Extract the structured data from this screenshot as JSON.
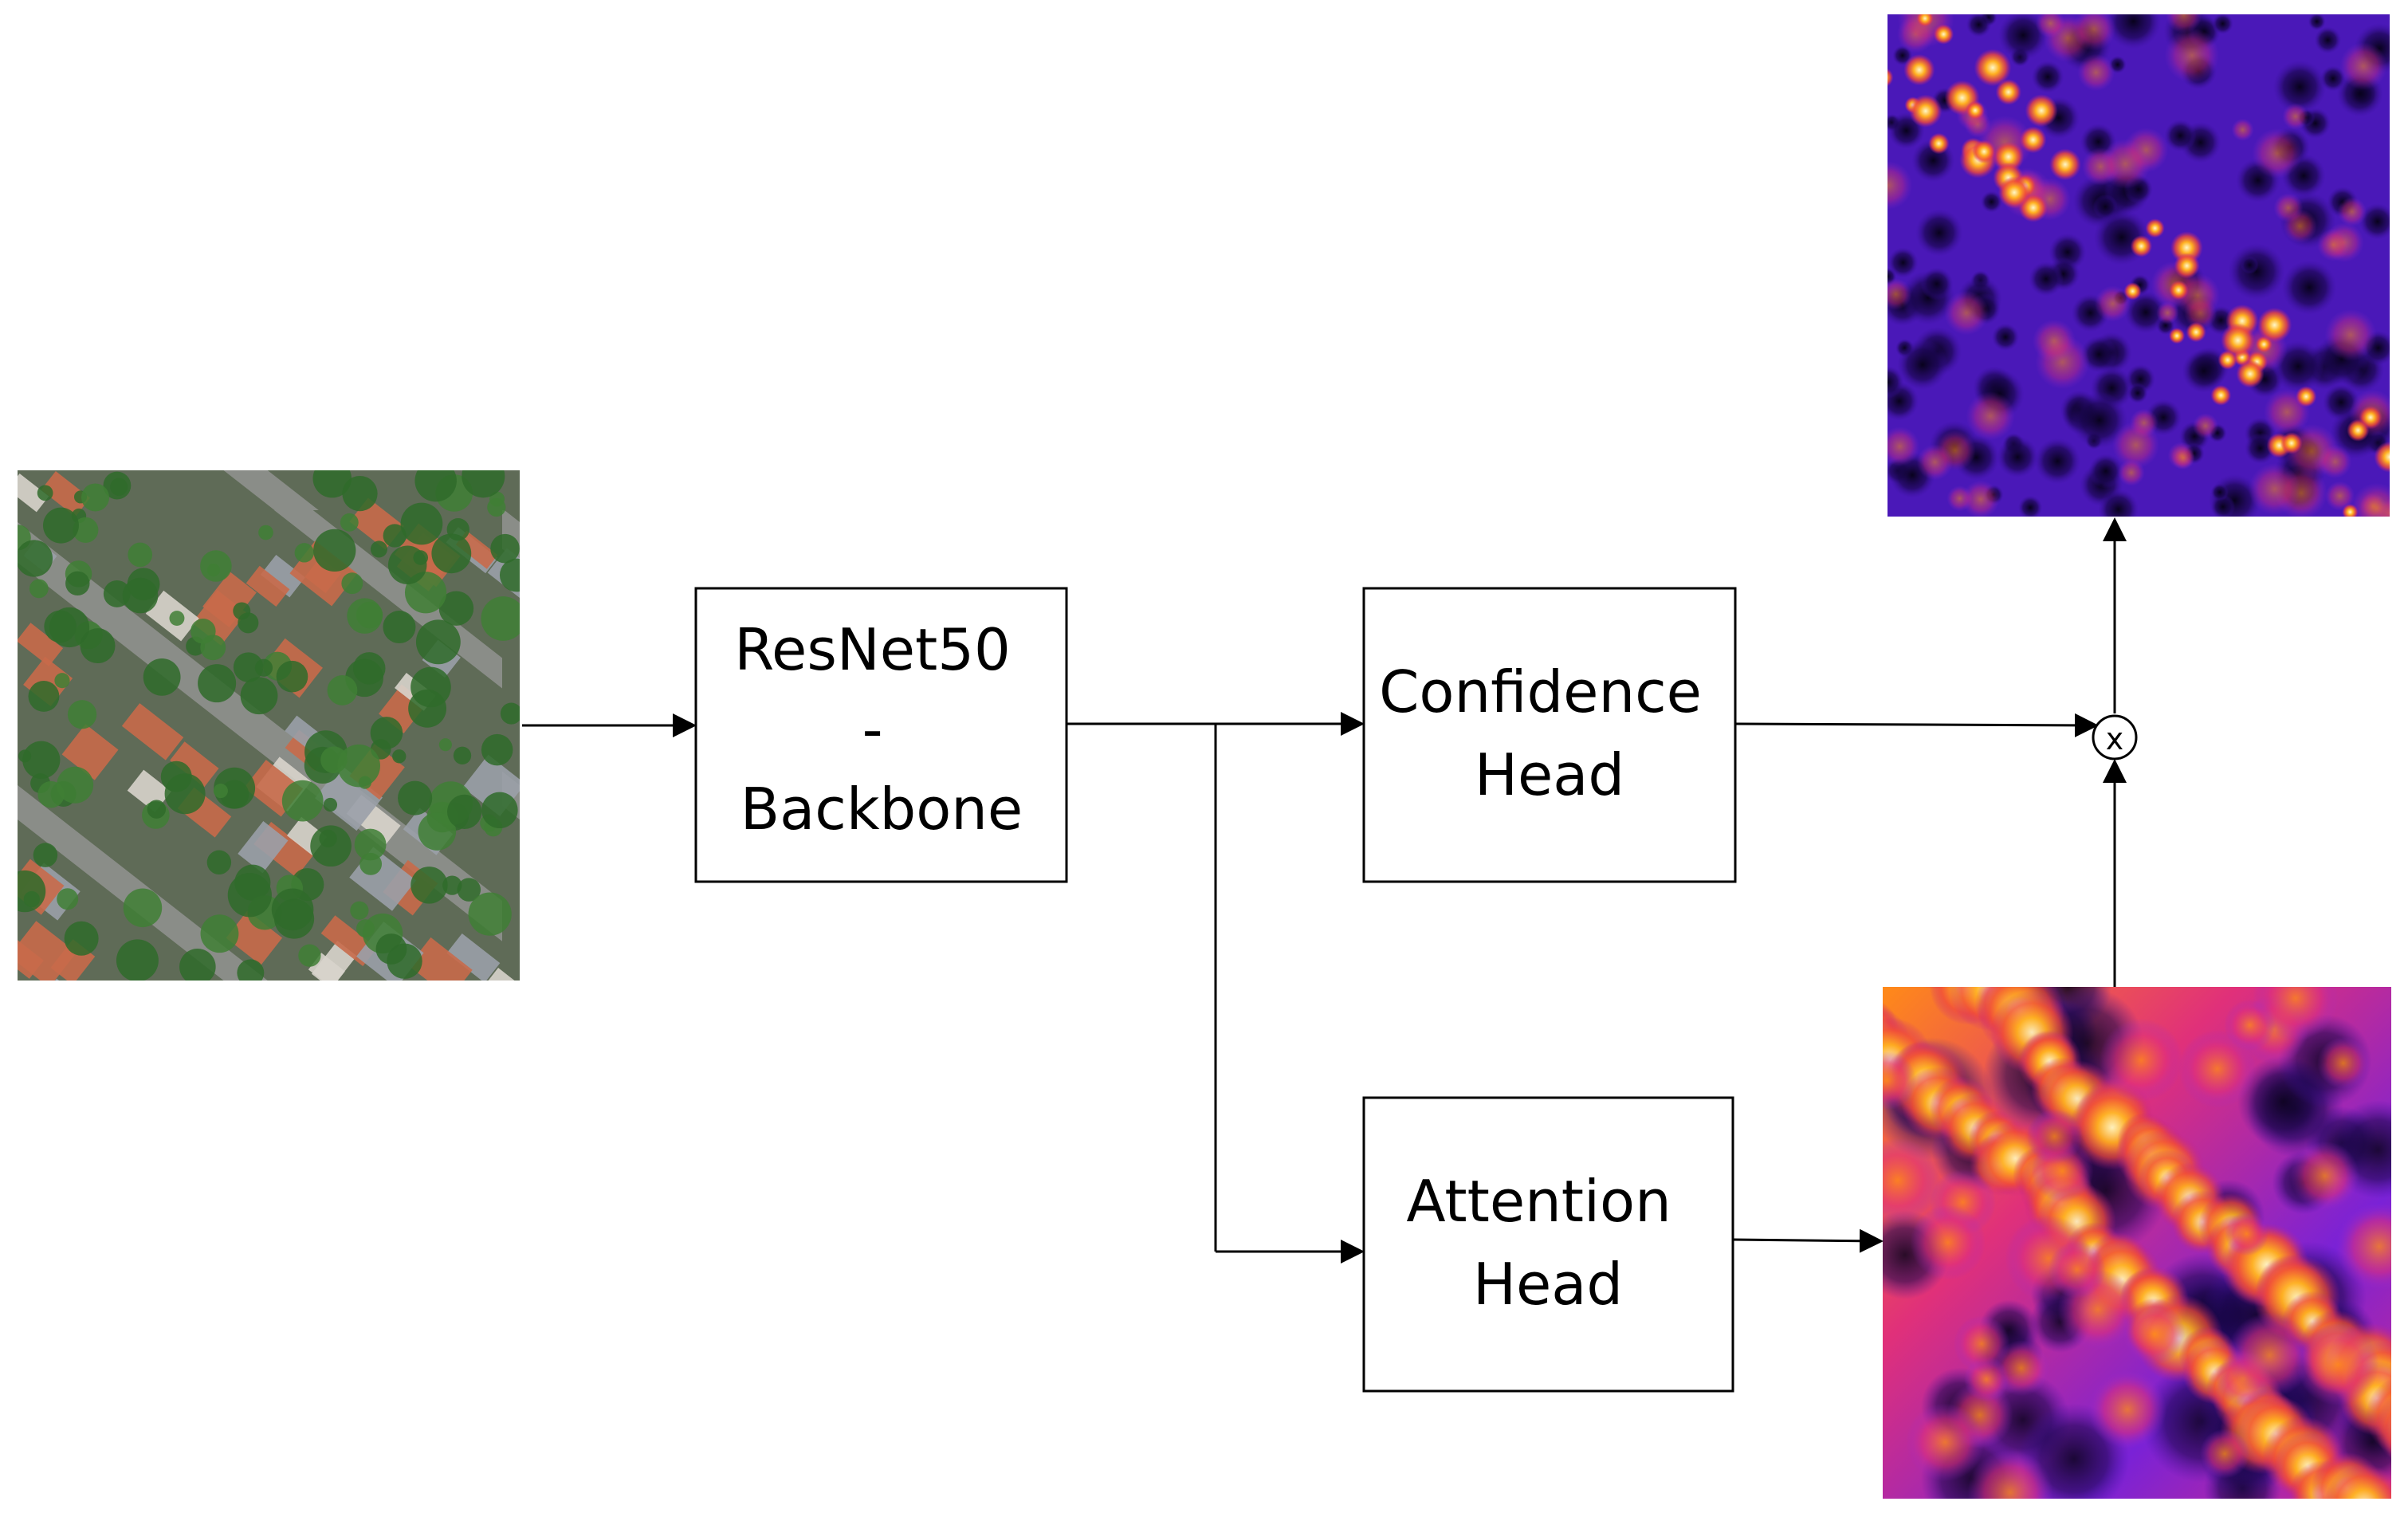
{
  "diagram": {
    "backbone": {
      "lines": [
        "ResNet50",
        "-",
        "Backbone"
      ]
    },
    "confidence_head": {
      "lines": [
        "Confidence",
        "Head"
      ]
    },
    "attention_head": {
      "lines": [
        "Attention",
        "Head"
      ]
    },
    "multiply_node": {
      "symbol": "x"
    }
  },
  "colors": {
    "line": "#000000",
    "box_fill": "#ffffff",
    "heatmap_low": "#2a0a6e",
    "heatmap_mid": "#7a22d6",
    "heatmap_high": "#ff7a10",
    "heatmap_peak": "#fff6b0",
    "aerial_tree": "#2f6b2a",
    "aerial_roof": "#c86a4a",
    "aerial_road": "#8a8d88"
  },
  "icons": {
    "input_image": "aerial-photo-image",
    "confidence_map": "confidence-heatmap-image",
    "attention_map": "attention-heatmap-image"
  }
}
